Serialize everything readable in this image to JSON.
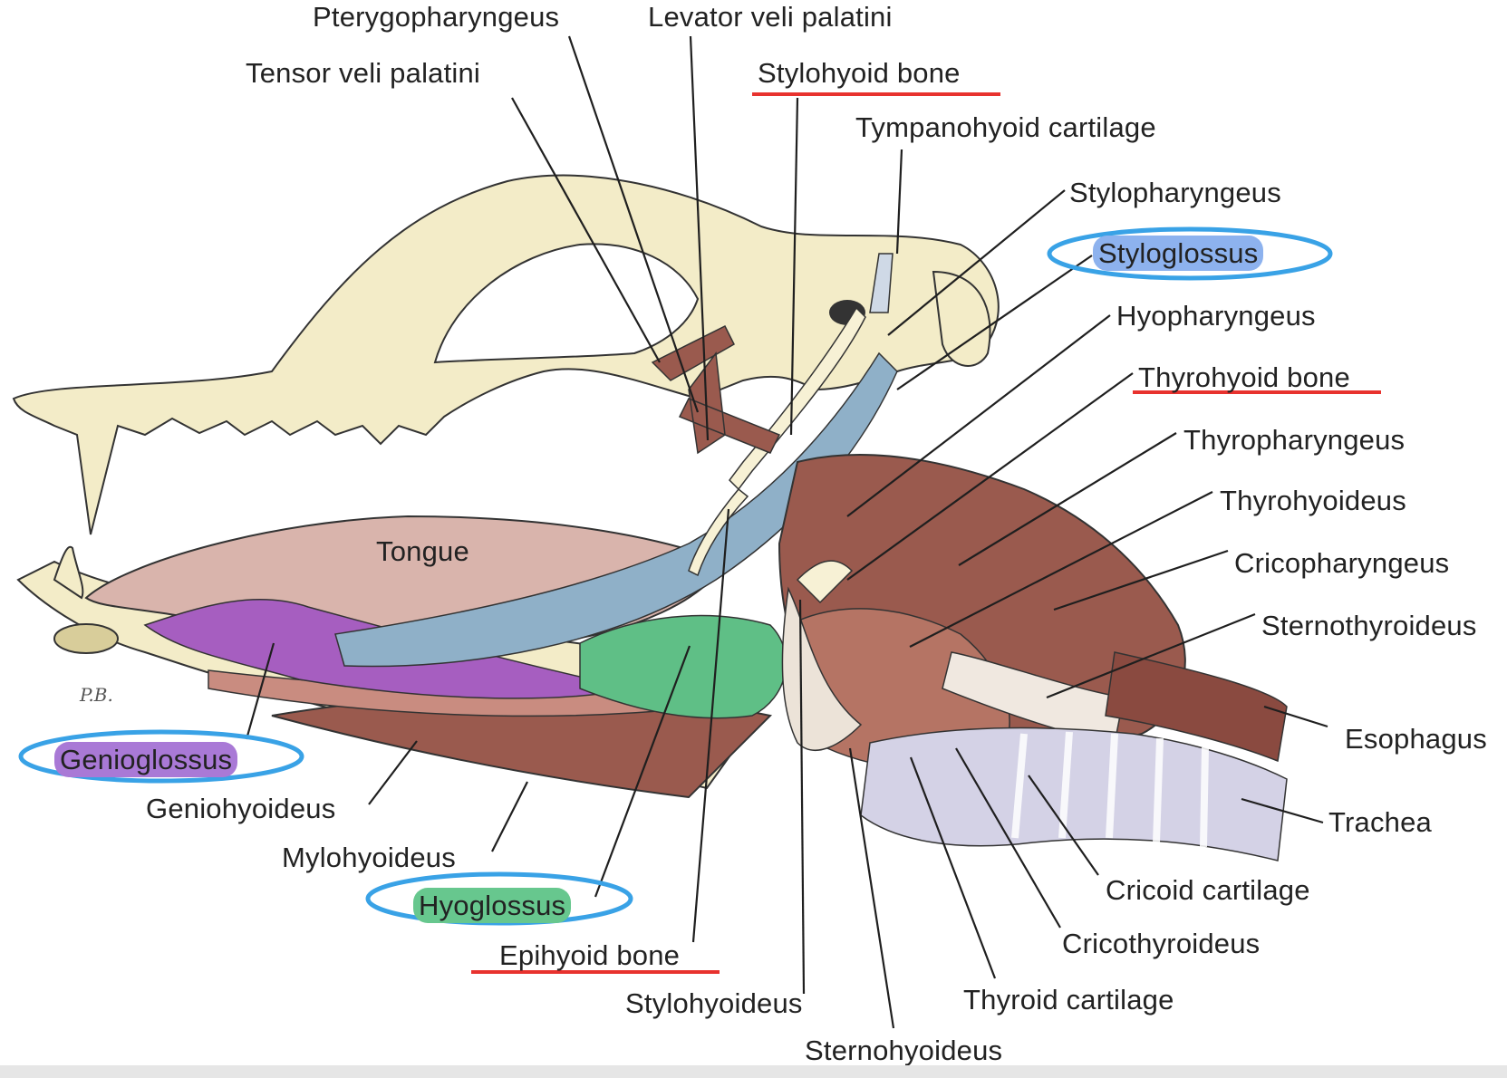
{
  "labels": {
    "pterygopharyngeus": "Pterygopharyngeus",
    "levator_veli_palatini": "Levator veli palatini",
    "tensor_veli_palatini": "Tensor veli palatini",
    "stylohyoid_bone": "Stylohyoid bone",
    "tympanohyoid_cartilage": "Tympanohyoid cartilage",
    "stylopharyngeus": "Stylopharyngeus",
    "styloglossus": "Styloglossus",
    "hyopharyngeus": "Hyopharyngeus",
    "thyrohyoid_bone": "Thyrohyoid bone",
    "thyropharyngeus": "Thyropharyngeus",
    "thyrohyoideus": "Thyrohyoideus",
    "cricopharyngeus": "Cricopharyngeus",
    "sternothyroideus": "Sternothyroideus",
    "esophagus": "Esophagus",
    "trachea": "Trachea",
    "cricoid_cartilage": "Cricoid cartilage",
    "cricothyroideus": "Cricothyroideus",
    "thyroid_cartilage": "Thyroid cartilage",
    "sternohyoideus": "Sternohyoideus",
    "stylohyoideus": "Stylohyoideus",
    "epihyoid_bone": "Epihyoid bone",
    "hyoglossus": "Hyoglossus",
    "mylohyoideus": "Mylohyoideus",
    "geniohyoideus": "Geniohyoideus",
    "genioglossus": "Genioglossus",
    "tongue": "Tongue"
  },
  "signature": "P.B.",
  "colors": {
    "bone": "#f3ecc8",
    "muscle": "#9a5a4e",
    "tongue": "#d9b4ac",
    "styloglossus": "#8fb0c8",
    "genioglossus": "#a65ec0",
    "hyoglossus": "#5fbf86",
    "trachea": "#d4d2e6",
    "underline": "#e8322e",
    "circle": "#39a2e6"
  }
}
